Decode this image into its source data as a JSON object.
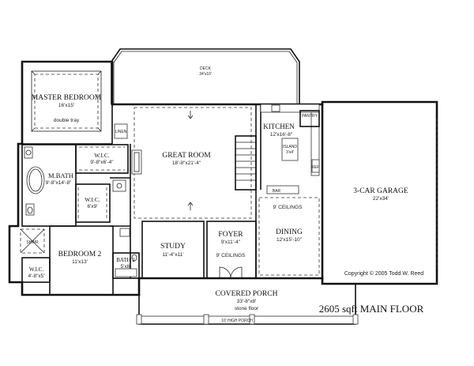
{
  "rooms": {
    "deck": {
      "name": "DECK",
      "dim": "34'x10'"
    },
    "master_bedroom": {
      "name": "MASTER BEDROOM",
      "dim": "16'x15'",
      "note": "double tray"
    },
    "great_room": {
      "name": "GREAT ROOM",
      "dim": "18'-8\"x21'-4\""
    },
    "kitchen": {
      "name": "KITCHEN",
      "dim": "12'x16'-8\""
    },
    "pantry": {
      "name": "PANTRY"
    },
    "garage": {
      "name": "3-CAR GARAGE",
      "dim": "22'x34'"
    },
    "wic_master1": {
      "name": "W.I.C.",
      "dim": "9'-8\"x6'-4\""
    },
    "mbath": {
      "name": "M.BATH",
      "dim": "9'-8\"x14'-8\""
    },
    "wic_master2": {
      "name": "W.I.C.",
      "dim": "6'x9'"
    },
    "bedroom2": {
      "name": "BEDROOM 2",
      "dim": "11'x13'"
    },
    "wic_bed2": {
      "name": "W.I.C.",
      "dim": "4'-8\"x5'"
    },
    "bath2": {
      "name": "BATH 2",
      "dim": "5'x8'"
    },
    "study": {
      "name": "STUDY",
      "dim": "11'-4\"x11'"
    },
    "foyer": {
      "name": "FOYER",
      "dim": "9'x11'-4\"",
      "ceiling": "9' CEILINGS"
    },
    "dining": {
      "name": "DINING",
      "dim": "12'x15'-10\""
    },
    "covered_porch": {
      "name": "COVERED PORCH",
      "dim": "33'-8\"x8'",
      "note": "stone floor"
    }
  },
  "labels": {
    "ceilings": "9' CEILINGS",
    "island": "ISLAND",
    "island_dim": "3'x4'",
    "bar": "BAR",
    "fridge": "REF",
    "shower": "SHWR",
    "linen": "LINEN",
    "porch_ceiling": "10' HIGH PORCH",
    "copyright": "Copyright © 2005 Todd W. Reed",
    "floor_title": "2605 sqft MAIN FLOOR"
  }
}
